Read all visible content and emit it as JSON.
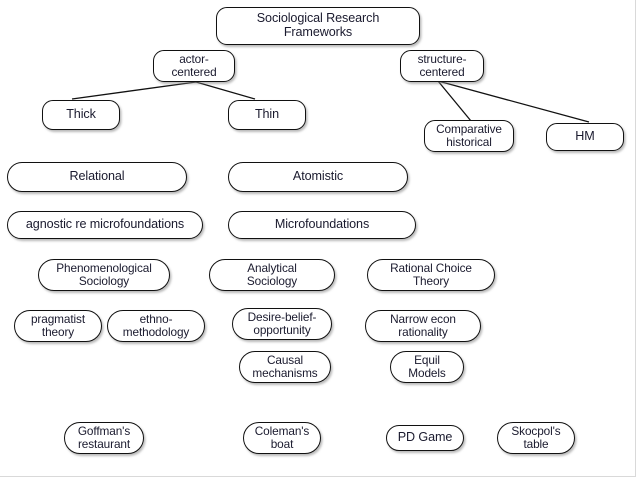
{
  "diagram": {
    "title": "Sociological Research Frameworks",
    "background_color": "#ffffff",
    "node_border_color": "#111111",
    "text_color": "#1a1a2e",
    "nodes": {
      "root": "Sociological Research\nFrameworks",
      "actor_centered": "actor-\ncentered",
      "structure_centered": "structure-\ncentered",
      "thick": "Thick",
      "thin": "Thin",
      "comparative_historical": "Comparative\nhistorical",
      "hm": "HM",
      "relational": "Relational",
      "atomistic": "Atomistic",
      "agnostic_re_microfoundations": "agnostic re microfoundations",
      "microfoundations": "Microfoundations",
      "phenomenological_sociology": "Phenomenological\nSociology",
      "analytical_sociology": "Analytical\nSociology",
      "rational_choice_theory": "Rational Choice\nTheory",
      "pragmatist_theory": "pragmatist\ntheory",
      "ethnomethodology": "ethno-\nmethodology",
      "desire_belief_opportunity": "Desire-belief-\nopportunity",
      "narrow_econ_rationality": "Narrow econ\nrationality",
      "causal_mechanisms": "Causal\nmechanisms",
      "equil_models": "Equil\nModels",
      "goffmans_restaurant": "Goffman's\nrestaurant",
      "colemans_boat": "Coleman's\nboat",
      "pd_game": "PD Game",
      "skocpols_table": "Skocpol's\ntable"
    },
    "edges": [
      {
        "from": "actor_centered",
        "to": "thick"
      },
      {
        "from": "actor_centered",
        "to": "thin"
      },
      {
        "from": "structure_centered",
        "to": "comparative_historical"
      },
      {
        "from": "structure_centered",
        "to": "hm"
      }
    ]
  }
}
